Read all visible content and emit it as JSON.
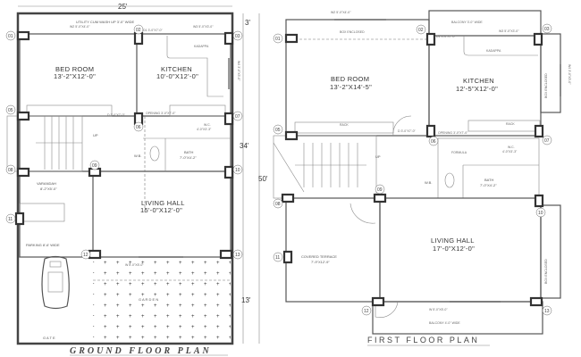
{
  "ground_floor": {
    "title": "GROUND FLOOR PLAN",
    "utility": "UTILITY CUM WASH UP 3'-0\" WIDE",
    "bedroom": {
      "name": "BED ROOM",
      "size": "13'-2\"X12'-0\""
    },
    "kitchen": {
      "name": "KITCHEN",
      "size": "10'-0\"X12'-0\""
    },
    "kadappa": "KADAPPA",
    "living_hall": {
      "name": "LIVING HALL",
      "size": "15'-0\"X12'-0\""
    },
    "varandah": {
      "name": "VARANDAH",
      "size": "8'-2\"X5'-0\""
    },
    "parking": "PARKING 8'-6' WIDE",
    "bath": {
      "name": "BATH",
      "size": "7'-0\"X4'-2\""
    },
    "wc": {
      "name": "W.C.",
      "size": "4'-0\"X3'-3\""
    },
    "wb": "W.B.",
    "garden": "G A R D E N",
    "gate": "G A T E",
    "up": "UP",
    "windows": [
      "W2 5'-0\"X4'-0\"",
      "W3 5'-0\"X3'-0\"",
      "W4 3'-0\"X3'-0\"",
      "W 5'-0\"X5'-0\""
    ],
    "doors": [
      "D1 3'-0\"X7'-0\"",
      "D 3'-0\"X7'-0\"",
      "OPENING 3'-0\"X7'-0\""
    ],
    "dimensions": {
      "width": "25'",
      "utility_depth": "3'",
      "house_depth": "34'",
      "total_depth": "50'",
      "front_depth": "13'"
    },
    "columns": [
      "01",
      "02",
      "03",
      "05",
      "06",
      "07",
      "08",
      "09",
      "10",
      "11",
      "12",
      "13"
    ]
  },
  "first_floor": {
    "title": "FIRST FLOOR PLAN",
    "bedroom": {
      "name": "BED ROOM",
      "size": "13'-2\"X14'-5\""
    },
    "kitchen": {
      "name": "KITCHEN",
      "size": "12'-5\"X12'-0\""
    },
    "kadappa": "KADAPPA",
    "living_hall": {
      "name": "LIVING HALL",
      "size": "17'-0\"X12'-0\""
    },
    "covered_terrace": {
      "name": "COVERED TERRACE",
      "size": "7'-9\"X12'-9\""
    },
    "bath": {
      "name": "BATH",
      "size": "7'-0\"X4'-2\""
    },
    "wc": {
      "name": "W.C.",
      "size": "4'-0\"X3'-3\""
    },
    "wb": "W.B.",
    "formula": "FORMULA",
    "rack": "RACK",
    "opening": "OPENING 3'-0\"X7'-0\"",
    "box_enclosed": "BOX ENCLOSED",
    "balcony_top": "BALCONY 3'-0\" WIDE",
    "balcony_bottom": "BALCONY 4'-0\" WIDE",
    "up": "UP",
    "windows": [
      "W2 5'-0\"X4'-0\"",
      "W3 5'-0\"X3'-0\"",
      "W4 3'-0\"X3'-0\"",
      "W 5'-0\"X5'-0\""
    ],
    "doors": [
      "D1 3'-0\"X7'-0\"",
      "D 3'-0\"X7'-0\""
    ],
    "columns": [
      "01",
      "02",
      "03",
      "05",
      "06",
      "07",
      "08",
      "09",
      "10",
      "11",
      "12",
      "13"
    ]
  }
}
